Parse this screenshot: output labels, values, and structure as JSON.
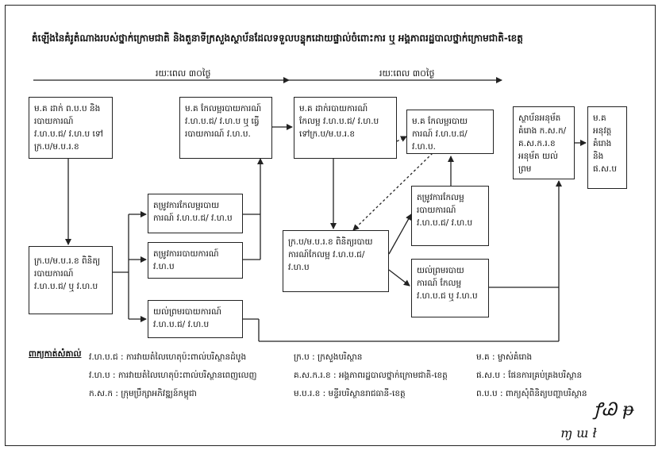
{
  "title": "តំឡើងនៃគំរូតំណាងរបស់ថ្នាក់ក្រោមជាតិ និងតួនាទីក្រសួងស្ថាប័នដែលទទួលបន្ទុកដោយផ្ទាល់ចំពោះការ ឬ អង្គភាពរដ្ឋបាលថ្នាក់ក្រោមជាតិ-ខេត្ត",
  "phase_left": "រយៈពេល ៣០ថ្ងៃ",
  "phase_right": "រយៈពេល ៣០ថ្ងៃ",
  "boxes": {
    "b1": "ម.គ ដាក់ ព.ប.ប និងរបាយការណ៍ វ.ហ.ប.ជ/ វ.ហ.ប ទៅ ក្រ.ប/ម.ប.រ.ខ",
    "b2": "ម.គ កែលម្អរបាយការណ៍ វ.ហ.ប.ជ/ វ.ហ.ប ឬ ធ្វើរបាយការណ៍ វ.ហ.ប.",
    "b3": "ម.គ ដាក់របាយការណ៍ កែលម្អ វ.ហ.ប.ជ/ វ.ហ.ប ទៅក្រ.ប/ម.ប.រ.ខ",
    "b4": "ម.គ កែលម្អរបាយការណ៍ វ.ហ.ប.ជ/ វ.ហ.ប.",
    "b5": "ស្ថាប័នអនុម័ត គំរោង ក.ស.ក/ គ.ស.ក.រ.ខ អនុម័ត យល់ព្រម",
    "b6": "ម.គ អនុវត្ត គំរោង និង ផ.ស.ប",
    "b7": "ក្រ.ប/ម.ប.រ.ខ ពិនិត្យ របាយការណ៍ វ.ហ.ប.ជ/ ឬ វ.ហ.ប",
    "b8": "តម្រូវការកែលម្អរបាយ ការណ៍ វ.ហ.ប.ជ/ វ.ហ.ប",
    "b9": "តម្រូវការរបាយការណ៍ វ.ហ.ប",
    "b10": "យល់ព្រមរបាយការណ៍ វ.ហ.ប.ជ/ វ.ហ.ប",
    "b11": "ក្រ.ប/ម.ប.រ.ខ ពិនិត្យរបាយ ការណ៍កែលម្អ វ.ហ.ប.ជ/ វ.ហ.ប",
    "b12": "តម្រូវការកែលម្អ របាយការណ៍ វ.ហ.ប.ជ/ វ.ហ.ប",
    "b13": "យល់ព្រមរបាយការណ៍ កែលម្អ វ.ហ.ប.ជ ឬ វ.ហ.ប"
  },
  "legend": {
    "heading": "ពាក្យកាត់សំគាល់",
    "items": [
      "វ.ហ.ប.ជ : ការវាយតំលៃហេតុប៉ះពាល់បរិស្ថានដំបូង",
      "ក្រ.ប : ក្រសួងបរិស្ថាន",
      "ម.គ : ម្ចាស់គំរោង",
      "វ.ហ.ប : ការវាយតំលៃហេតុប៉ះពាល់បរិស្ថានពេញលេញ",
      "គ.ស.ក.រ.ខ : អង្គភាពរដ្ឋបាលថ្នាក់ក្រោមជាតិ-ខេត្ត",
      "ផ.ស.ប : ផែនការគ្រប់គ្រងបរិស្ថាន",
      "ក.ស.ក : ក្រុមប្រឹក្សាអភិវឌ្ឍន៍កម្ពុជា",
      "ម.ប.រ.ខ : មន្ទីរបរិស្ថានរាជធានី-ខេត្ត",
      "ព.ប.ប : ពាក្យសុំពិនិត្យបញ្ហាបរិស្ថាន"
    ]
  },
  "signature_a": "ꝭᏊ ᵽ",
  "signature_b": "ɱ ɯ ł"
}
